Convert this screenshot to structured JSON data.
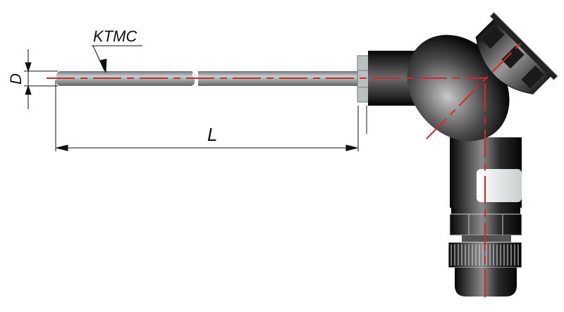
{
  "labels": {
    "probe": "KTMC",
    "diameter": "D",
    "length": "L"
  },
  "colors": {
    "centerline": "#d8262b",
    "probe": "#9aa3a2",
    "housing": "#1a1a1a"
  }
}
